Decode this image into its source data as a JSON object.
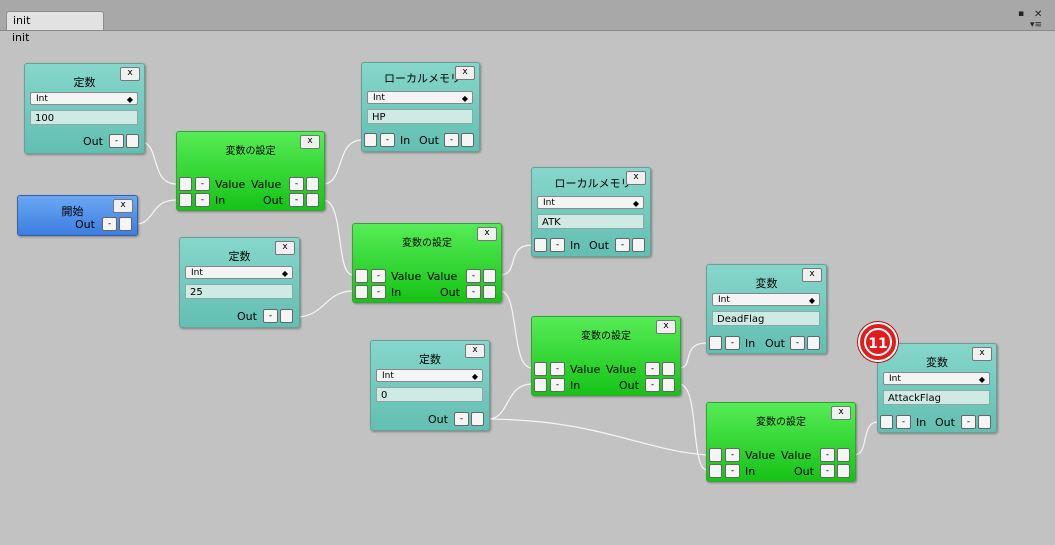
{
  "window": {
    "tab_label": "init",
    "canvas_label": "init",
    "controls": [
      "menu-icon",
      "close-icon"
    ]
  },
  "nodes": {
    "const100": {
      "title": "定数",
      "type": "Int",
      "value": "100",
      "out": "Out"
    },
    "start": {
      "title": "開始",
      "out": "Out"
    },
    "setVar1": {
      "title": "変数の設定",
      "value_in": "Value",
      "value_out": "Value",
      "in": "In",
      "out": "Out"
    },
    "localMem1": {
      "title": "ローカルメモリ",
      "type": "Int",
      "value": "HP",
      "in": "In",
      "out": "Out"
    },
    "const25": {
      "title": "定数",
      "type": "Int",
      "value": "25",
      "out": "Out"
    },
    "setVar2": {
      "title": "変数の設定",
      "value_in": "Value",
      "value_out": "Value",
      "in": "In",
      "out": "Out"
    },
    "localMem2": {
      "title": "ローカルメモリ",
      "type": "Int",
      "value": "ATK",
      "in": "In",
      "out": "Out"
    },
    "const0": {
      "title": "定数",
      "type": "Int",
      "value": "0",
      "out": "Out"
    },
    "setVar3": {
      "title": "変数の設定",
      "value_in": "Value",
      "value_out": "Value",
      "in": "In",
      "out": "Out"
    },
    "varDead": {
      "title": "変数",
      "type": "Int",
      "value": "DeadFlag",
      "in": "In",
      "out": "Out"
    },
    "setVar4": {
      "title": "変数の設定",
      "value_in": "Value",
      "value_out": "Value",
      "in": "In",
      "out": "Out"
    },
    "varAttack": {
      "title": "変数",
      "type": "Int",
      "value": "AttackFlag",
      "in": "In",
      "out": "Out"
    }
  },
  "common": {
    "close": "x",
    "minus": "-",
    "arrow": "◆"
  },
  "badge": "11",
  "colors": {
    "constant_node": "#70c8bb",
    "set_node": "#22cc22",
    "start_node": "#4f8fea",
    "badge": "#e01c1c",
    "canvas": "#c2c2c2"
  }
}
